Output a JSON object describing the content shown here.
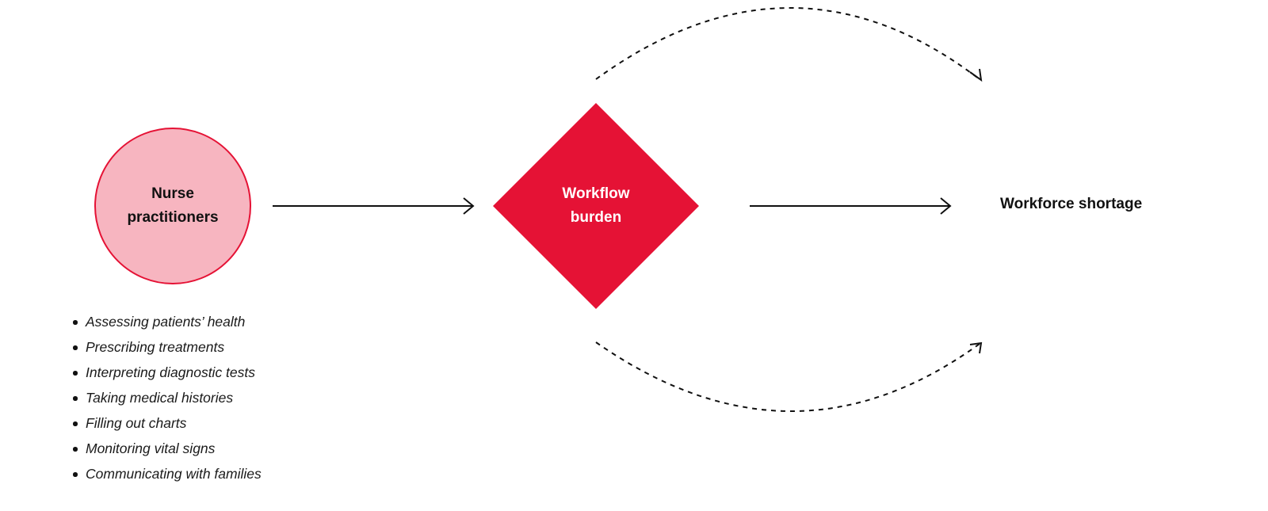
{
  "colors": {
    "accent": "#E51235",
    "accent_light": "#F7B5C0",
    "ink": "#111111"
  },
  "nodes": {
    "nurse_practitioners": {
      "shape": "circle",
      "label_line1": "Nurse",
      "label_line2": "practitioners"
    },
    "workflow_burden": {
      "shape": "diamond",
      "label_line1": "Workflow",
      "label_line2": "burden"
    },
    "workforce_shortage": {
      "shape": "text",
      "label": "Workforce shortage"
    }
  },
  "edges": [
    {
      "from": "nurse_practitioners",
      "to": "workflow_burden",
      "style": "solid"
    },
    {
      "from": "workflow_burden",
      "to": "workforce_shortage",
      "style": "solid"
    },
    {
      "from": "workflow_burden",
      "to": "workforce_shortage",
      "style": "dashed",
      "route": "over"
    },
    {
      "from": "workflow_burden",
      "to": "workforce_shortage",
      "style": "dashed",
      "route": "under"
    }
  ],
  "tasks": [
    "Assessing patients’ health",
    "Prescribing treatments",
    "Interpreting diagnostic tests",
    "Taking medical histories",
    "Filling out charts",
    "Monitoring vital signs",
    "Communicating with families"
  ]
}
